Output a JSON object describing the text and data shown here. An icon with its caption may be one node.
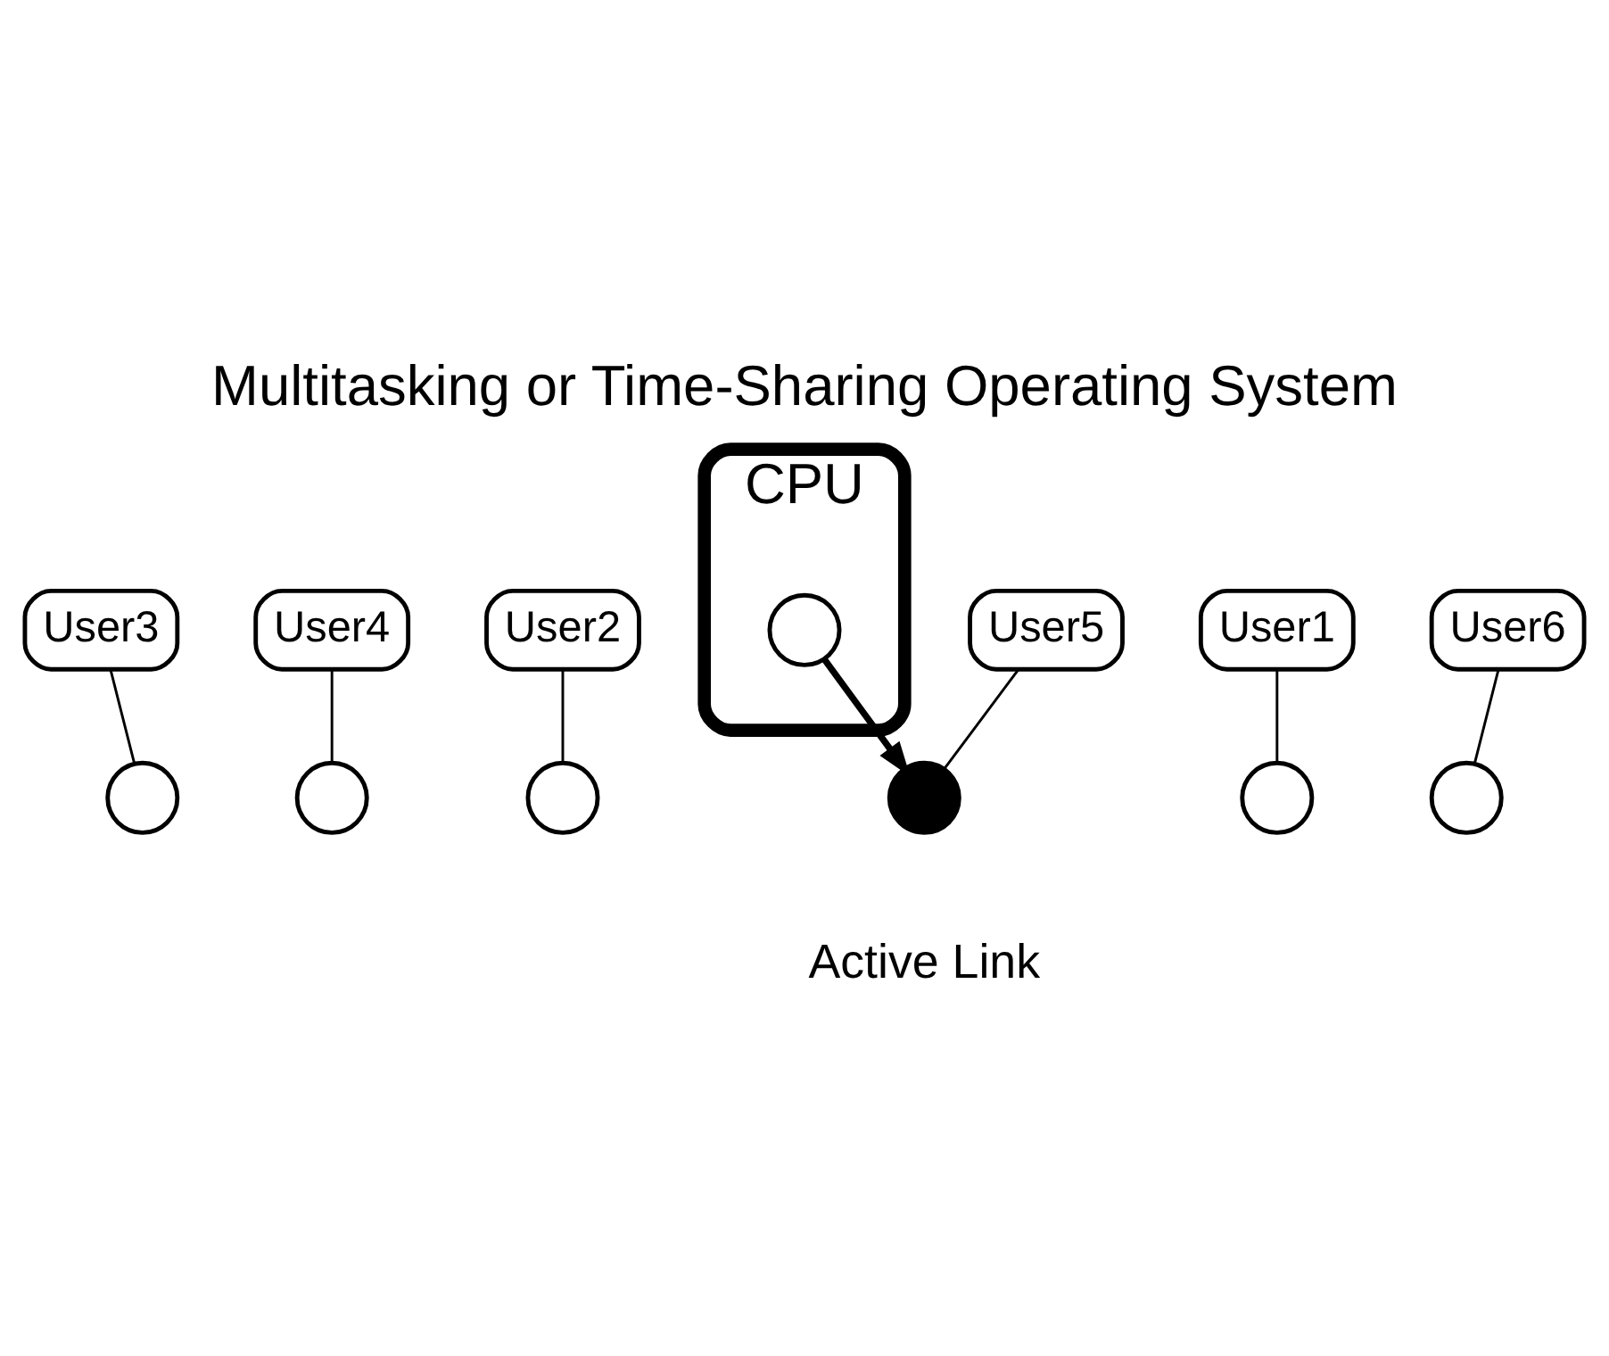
{
  "diagram": {
    "title": "Multitasking or Time-Sharing Operating System",
    "nodes": [
      {
        "text": [
          "User3"
        ]
      },
      {
        "text": [
          "User4"
        ]
      },
      {
        "text": [
          "CPU"
        ]
      },
      {
        "text": [],
        "shape": "circle"
      },
      {
        "text": [],
        "shape": "circle"
      },
      {
        "text": [],
        "shape": "circle"
      },
      {
        "text": [],
        "shape": "circle"
      },
      {
        "text": [],
        "shape": "circle",
        "in": 2
      },
      {
        "text": [],
        "shape": "circle"
      },
      {
        "text": [],
        "shape": "circle"
      },
      {
        "text": [
          "User2"
        ]
      },
      {
        "text": [
          "User5"
        ]
      },
      {
        "text": [
          "User1"
        ]
      },
      {
        "text": [
          "User6"
        ]
      }
    ],
    "edges": [
      {
        "from": 0,
        "to": 3,
        "arrow": "none"
      },
      {
        "from": 1,
        "to": 4,
        "arrow": "none"
      },
      {
        "from": 10,
        "to": 5,
        "arrow": "none"
      },
      {
        "from": 11,
        "to": 6,
        "arrow": "none"
      },
      {
        "from": 12,
        "to": 8,
        "arrow": "none"
      },
      {
        "from": 13,
        "to": 9,
        "arrow": "none"
      },
      {
        "from": 7,
        "to": 6,
        "arrow": "to",
        "style": "thick"
      }
    ],
    "labels": [
      "Active Link"
    ]
  }
}
